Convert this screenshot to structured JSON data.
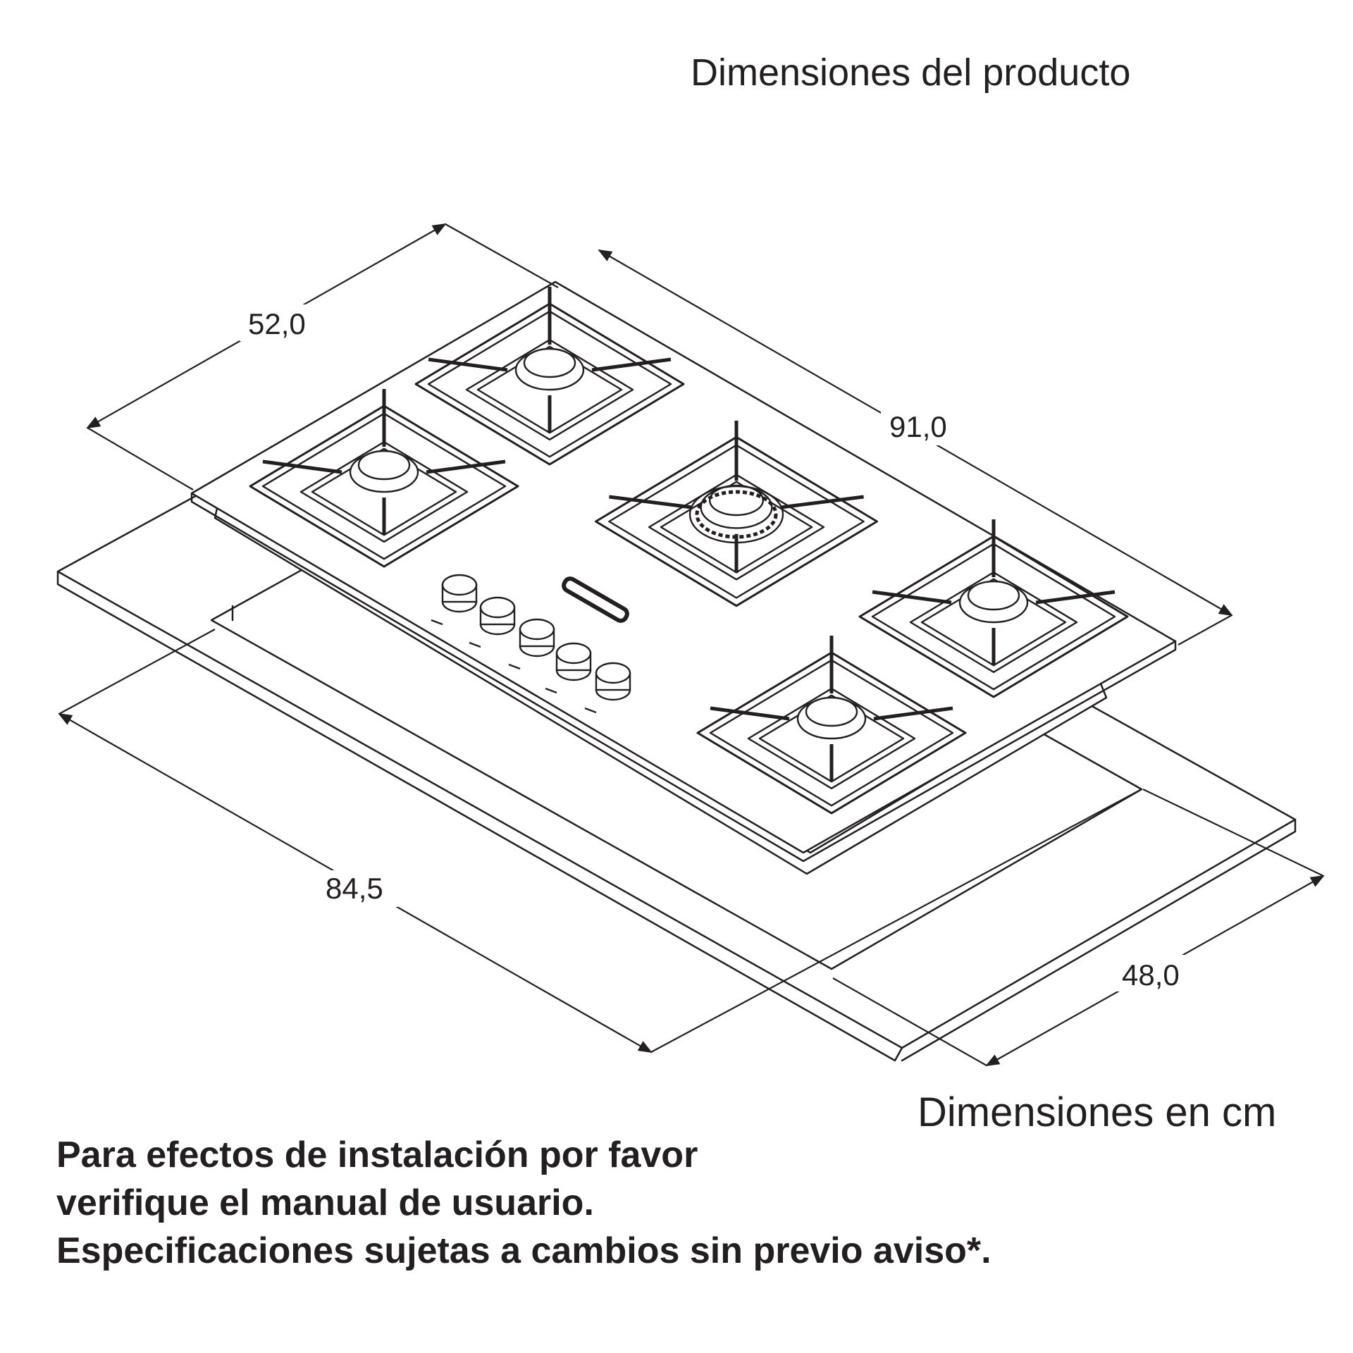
{
  "title": "Dimensiones del producto",
  "dimensions": {
    "depth_top": "52,0",
    "width_top": "91,0",
    "width_cutout": "84,5",
    "depth_cutout": "48,0"
  },
  "units_note": "Dimensiones en cm",
  "notes": [
    "Para efectos de instalación por favor",
    "verifique el manual de usuario.",
    "Especificaciones sujetas a cambios sin previo aviso*."
  ],
  "product": {
    "burner_count": 5,
    "knob_count": 5,
    "line_color": "#231f20"
  }
}
